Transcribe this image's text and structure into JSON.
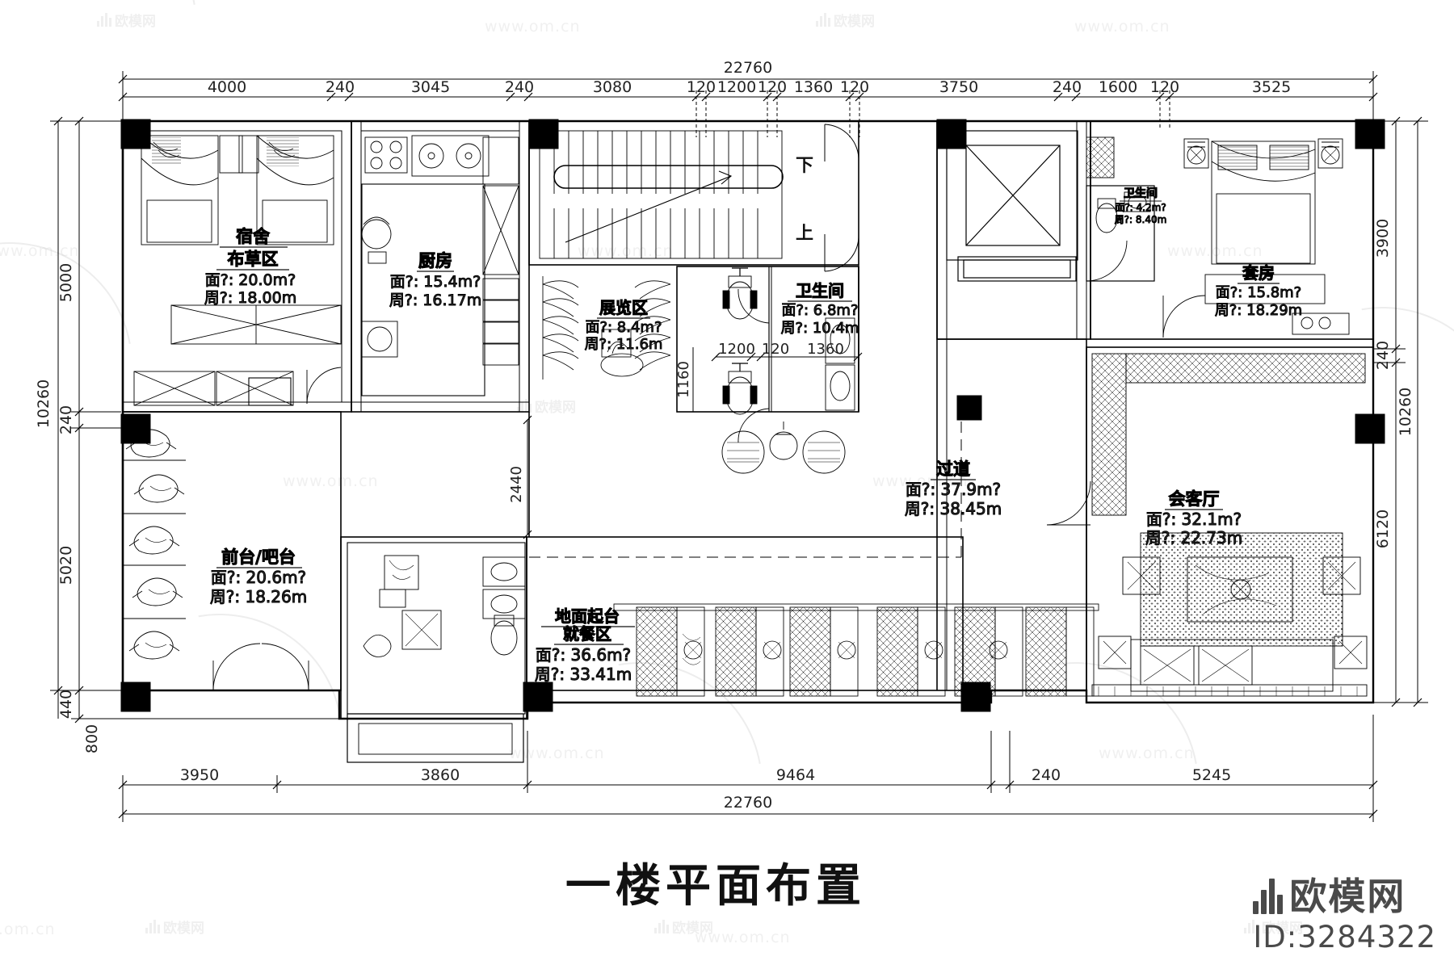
{
  "document": {
    "title": "一楼平面布置",
    "watermark_text": "www.om.cn",
    "watermark_brand": "欧模网"
  },
  "brand": {
    "name": "欧模网",
    "id": "ID:3284322"
  },
  "dimensions": {
    "top_total": "22760",
    "bottom_total": "22760",
    "top_chain": [
      "4000",
      "240",
      "3045",
      "240",
      "3080",
      "120",
      "1200",
      "120",
      "1360",
      "120",
      "3750",
      "240",
      "1600",
      "120",
      "3525"
    ],
    "bottom_chain": [
      "3950",
      "3860",
      "9464",
      "240",
      "5245"
    ],
    "left_outer": "10260",
    "left_chain": [
      "5000",
      "240",
      "5020",
      "440",
      "800"
    ],
    "right_outer": "10260",
    "right_chain": [
      "3900",
      "240",
      "6120"
    ],
    "interior_vertical": "2440",
    "interior_vertical_2": "1160",
    "interior_inline": [
      "1200",
      "120",
      "1360"
    ],
    "interior_small": "240",
    "stair_down": "下",
    "stair_up": "上"
  },
  "rooms": [
    {
      "id": "dormitory",
      "name": "宿舍\n布草区",
      "name_line1": "宿舍",
      "name_line2": "布草区",
      "area": "面?:  20.0m?",
      "perimeter": "周?: 18.00m"
    },
    {
      "id": "kitchen",
      "name": "厨房",
      "area": "面?: 15.4m?",
      "perimeter": "周?: 16.17m"
    },
    {
      "id": "exhibition",
      "name": "展览区",
      "area": "面?: 8.4m?",
      "perimeter": "周?: 11.6m"
    },
    {
      "id": "toilet-mid",
      "name": "卫生间",
      "area": "面?:  6.8m?",
      "perimeter": "周?: 10.4m"
    },
    {
      "id": "corridor",
      "name": "过道",
      "area": "面?: 37.9m?",
      "perimeter": "周?: 38.45m"
    },
    {
      "id": "reception",
      "name": "会客厅",
      "area": "面?:  32.1m?",
      "perimeter": "周?: 22.73m"
    },
    {
      "id": "front-desk",
      "name": "前台/吧台",
      "area": "面?: 20.6m?",
      "perimeter": "周?: 18.26m"
    },
    {
      "id": "dining",
      "name": "地面起台\n就餐区",
      "name_line1": "地面起台",
      "name_line2": "就餐区",
      "area": "面?: 36.6m?",
      "perimeter": "周?: 33.41m"
    },
    {
      "id": "suite",
      "name": "套房",
      "area": "面?: 15.8m?",
      "perimeter": "周?: 18.29m"
    },
    {
      "id": "toilet-suite",
      "name": "卫生间",
      "area": "面?: 4.2m?",
      "perimeter": "周?: 8.40m"
    }
  ],
  "colors": {
    "line": "#000000",
    "text": "#1a1a1a",
    "dim_text": "#333333",
    "watermark": "#d2d2d2",
    "brand": "#4a4a4a"
  }
}
